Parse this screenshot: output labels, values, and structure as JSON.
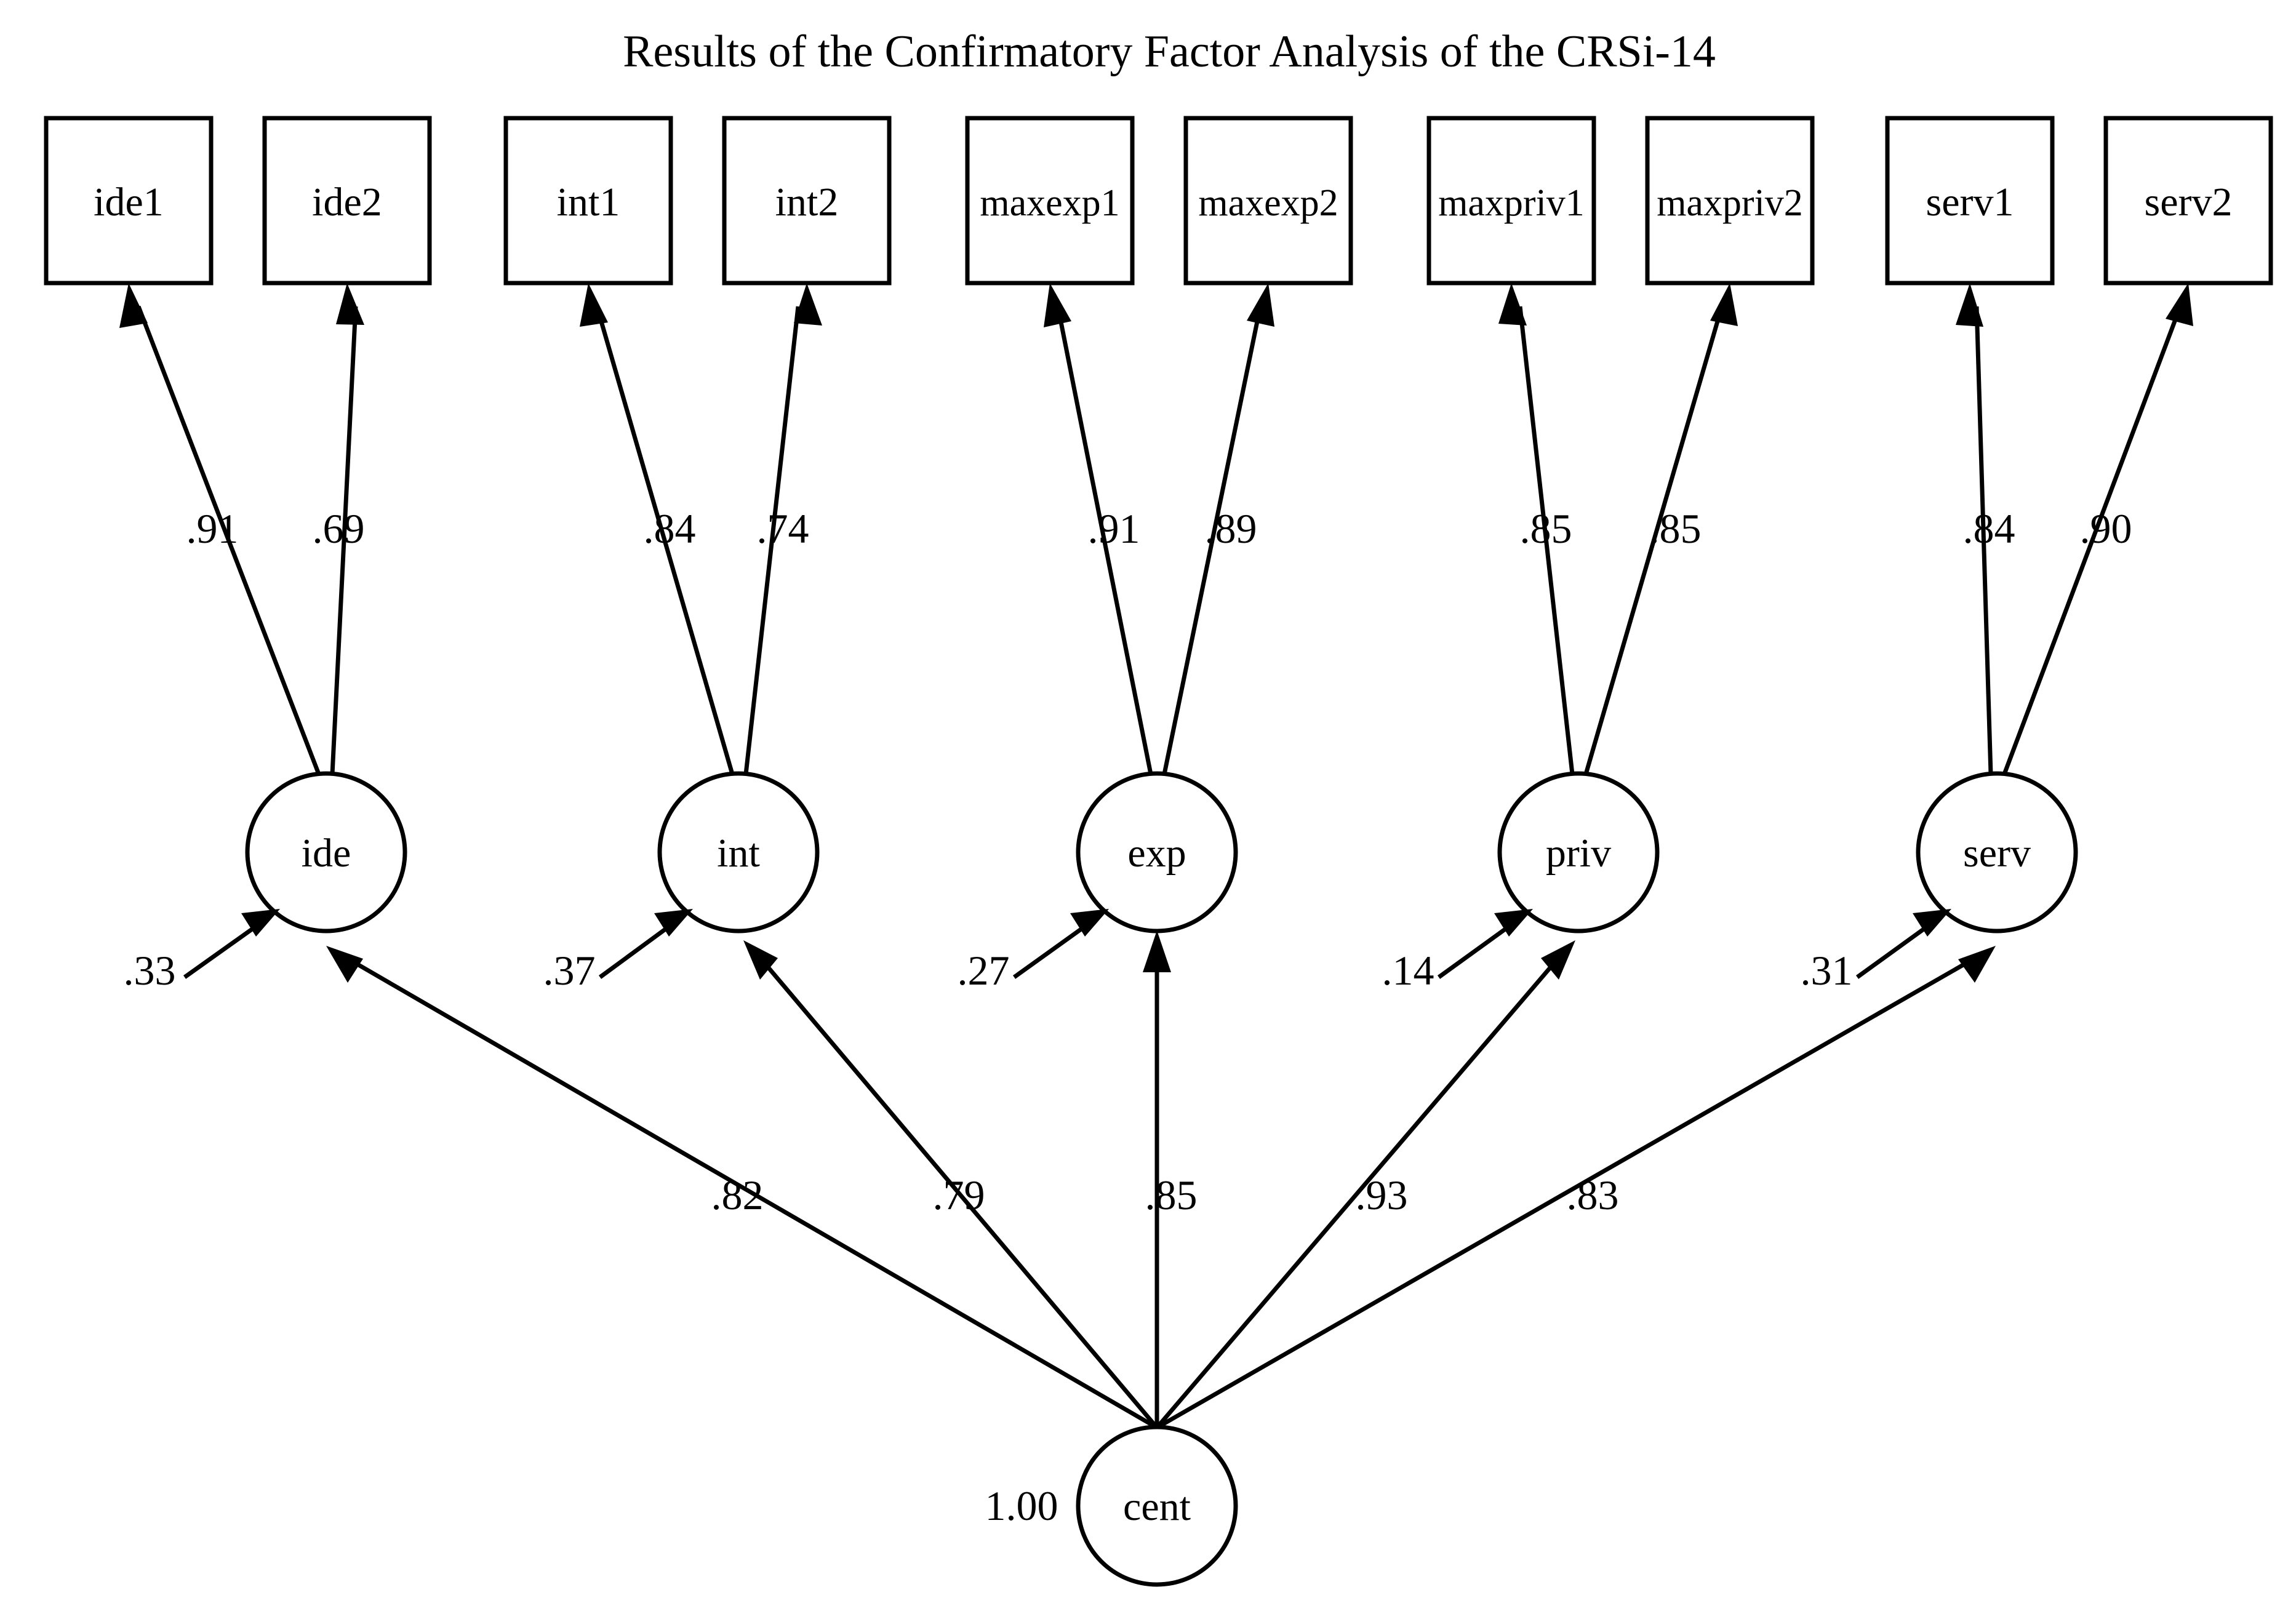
{
  "title": "Results of the Confirmatory Factor Analysis of the CRSi-14",
  "chart_data": {
    "type": "diagram",
    "diagram_kind": "cfa-path-diagram",
    "title": "Results of the Confirmatory Factor Analysis of the CRSi-14",
    "observed_variables": [
      {
        "id": "ide1",
        "label": "ide1",
        "factor": "ide",
        "loading": ".91"
      },
      {
        "id": "ide2",
        "label": "ide2",
        "factor": "ide",
        "loading": ".69"
      },
      {
        "id": "int1",
        "label": "int1",
        "factor": "int",
        "loading": ".84"
      },
      {
        "id": "int2",
        "label": "int2",
        "factor": "int",
        "loading": ".74"
      },
      {
        "id": "maxexp1",
        "label": "maxexp1",
        "factor": "exp",
        "loading": ".91"
      },
      {
        "id": "maxexp2",
        "label": "maxexp2",
        "factor": "exp",
        "loading": ".89"
      },
      {
        "id": "maxpriv1",
        "label": "maxpriv1",
        "factor": "priv",
        "loading": ".85"
      },
      {
        "id": "maxpriv2",
        "label": "maxpriv2",
        "factor": "priv",
        "loading": ".85"
      },
      {
        "id": "serv1",
        "label": "serv1",
        "factor": "serv",
        "loading": ".84"
      },
      {
        "id": "serv2",
        "label": "serv2",
        "factor": "serv",
        "loading": ".90"
      }
    ],
    "first_order_factors": [
      {
        "id": "ide",
        "label": "ide",
        "residual": ".33",
        "second_order_loading": ".82"
      },
      {
        "id": "int",
        "label": "int",
        "residual": ".37",
        "second_order_loading": ".79"
      },
      {
        "id": "exp",
        "label": "exp",
        "residual": ".27",
        "second_order_loading": ".85"
      },
      {
        "id": "priv",
        "label": "priv",
        "residual": ".14",
        "second_order_loading": ".93"
      },
      {
        "id": "serv",
        "label": "serv",
        "residual": ".31",
        "second_order_loading": ".83"
      }
    ],
    "second_order_factor": {
      "id": "cent",
      "label": "cent",
      "variance": "1.00"
    }
  },
  "labels": {
    "box_ide1": "ide1",
    "box_ide2": "ide2",
    "box_int1": "int1",
    "box_int2": "int2",
    "box_maxexp1": "maxexp1",
    "box_maxexp2": "maxexp2",
    "box_maxpriv1": "maxpriv1",
    "box_maxpriv2": "maxpriv2",
    "box_serv1": "serv1",
    "box_serv2": "serv2",
    "circle_ide": "ide",
    "circle_int": "int",
    "circle_exp": "exp",
    "circle_priv": "priv",
    "circle_serv": "serv",
    "circle_cent": "cent",
    "load_ide1": ".91",
    "load_ide2": ".69",
    "load_int1": ".84",
    "load_int2": ".74",
    "load_maxexp1": ".91",
    "load_maxexp2": ".89",
    "load_maxpriv1": ".85",
    "load_maxpriv2": ".85",
    "load_serv1": ".84",
    "load_serv2": ".90",
    "res_ide": ".33",
    "res_int": ".37",
    "res_exp": ".27",
    "res_priv": ".14",
    "res_serv": ".31",
    "path_ide": ".82",
    "path_int": ".79",
    "path_exp": ".85",
    "path_priv": ".93",
    "path_serv": ".83",
    "var_cent": "1.00"
  }
}
